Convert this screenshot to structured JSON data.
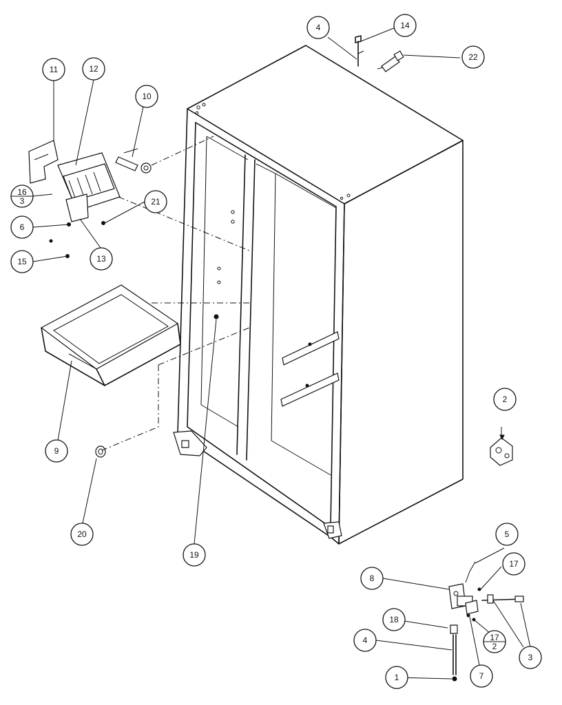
{
  "diagram": {
    "callouts": [
      {
        "id": "c11",
        "label": "11"
      },
      {
        "id": "c12",
        "label": "12"
      },
      {
        "id": "c10",
        "label": "10"
      },
      {
        "id": "c16",
        "top": "16",
        "bottom": "3"
      },
      {
        "id": "c6",
        "label": "6"
      },
      {
        "id": "c13",
        "label": "13"
      },
      {
        "id": "c21",
        "label": "21"
      },
      {
        "id": "c15",
        "label": "15"
      },
      {
        "id": "c4top",
        "label": "4"
      },
      {
        "id": "c14",
        "label": "14"
      },
      {
        "id": "c22",
        "label": "22"
      },
      {
        "id": "c2",
        "label": "2"
      },
      {
        "id": "c9",
        "label": "9"
      },
      {
        "id": "c20",
        "label": "20"
      },
      {
        "id": "c19",
        "label": "19"
      },
      {
        "id": "c5",
        "label": "5"
      },
      {
        "id": "c8",
        "label": "8"
      },
      {
        "id": "c17",
        "label": "17"
      },
      {
        "id": "c18",
        "label": "18"
      },
      {
        "id": "c4bot",
        "label": "4"
      },
      {
        "id": "c17b",
        "top": "17",
        "bottom": "2"
      },
      {
        "id": "c3",
        "label": "3"
      },
      {
        "id": "c7",
        "label": "7"
      },
      {
        "id": "c1",
        "label": "1"
      }
    ]
  }
}
